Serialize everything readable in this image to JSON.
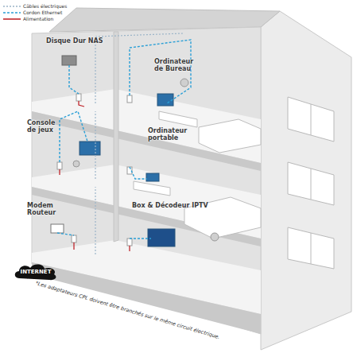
{
  "diagram": {
    "nodes": [
      {
        "text": [
          "INTERNET"
        ]
      }
    ],
    "edges": [],
    "labels": [
      "Disque Dur NAS",
      "Ordinateur de Bureau",
      "Console de jeux",
      "Ordinateur portable",
      "Modem Routeur",
      "Box & Décodeur IPTV",
      "*Les adaptateurs CPL doivent être branchés sur le même circuit électrique."
    ],
    "legend": [
      {
        "text": "Câbles électriques"
      },
      {
        "text": "Cordon Ethernet"
      },
      {
        "text": "Alimentation"
      }
    ]
  }
}
